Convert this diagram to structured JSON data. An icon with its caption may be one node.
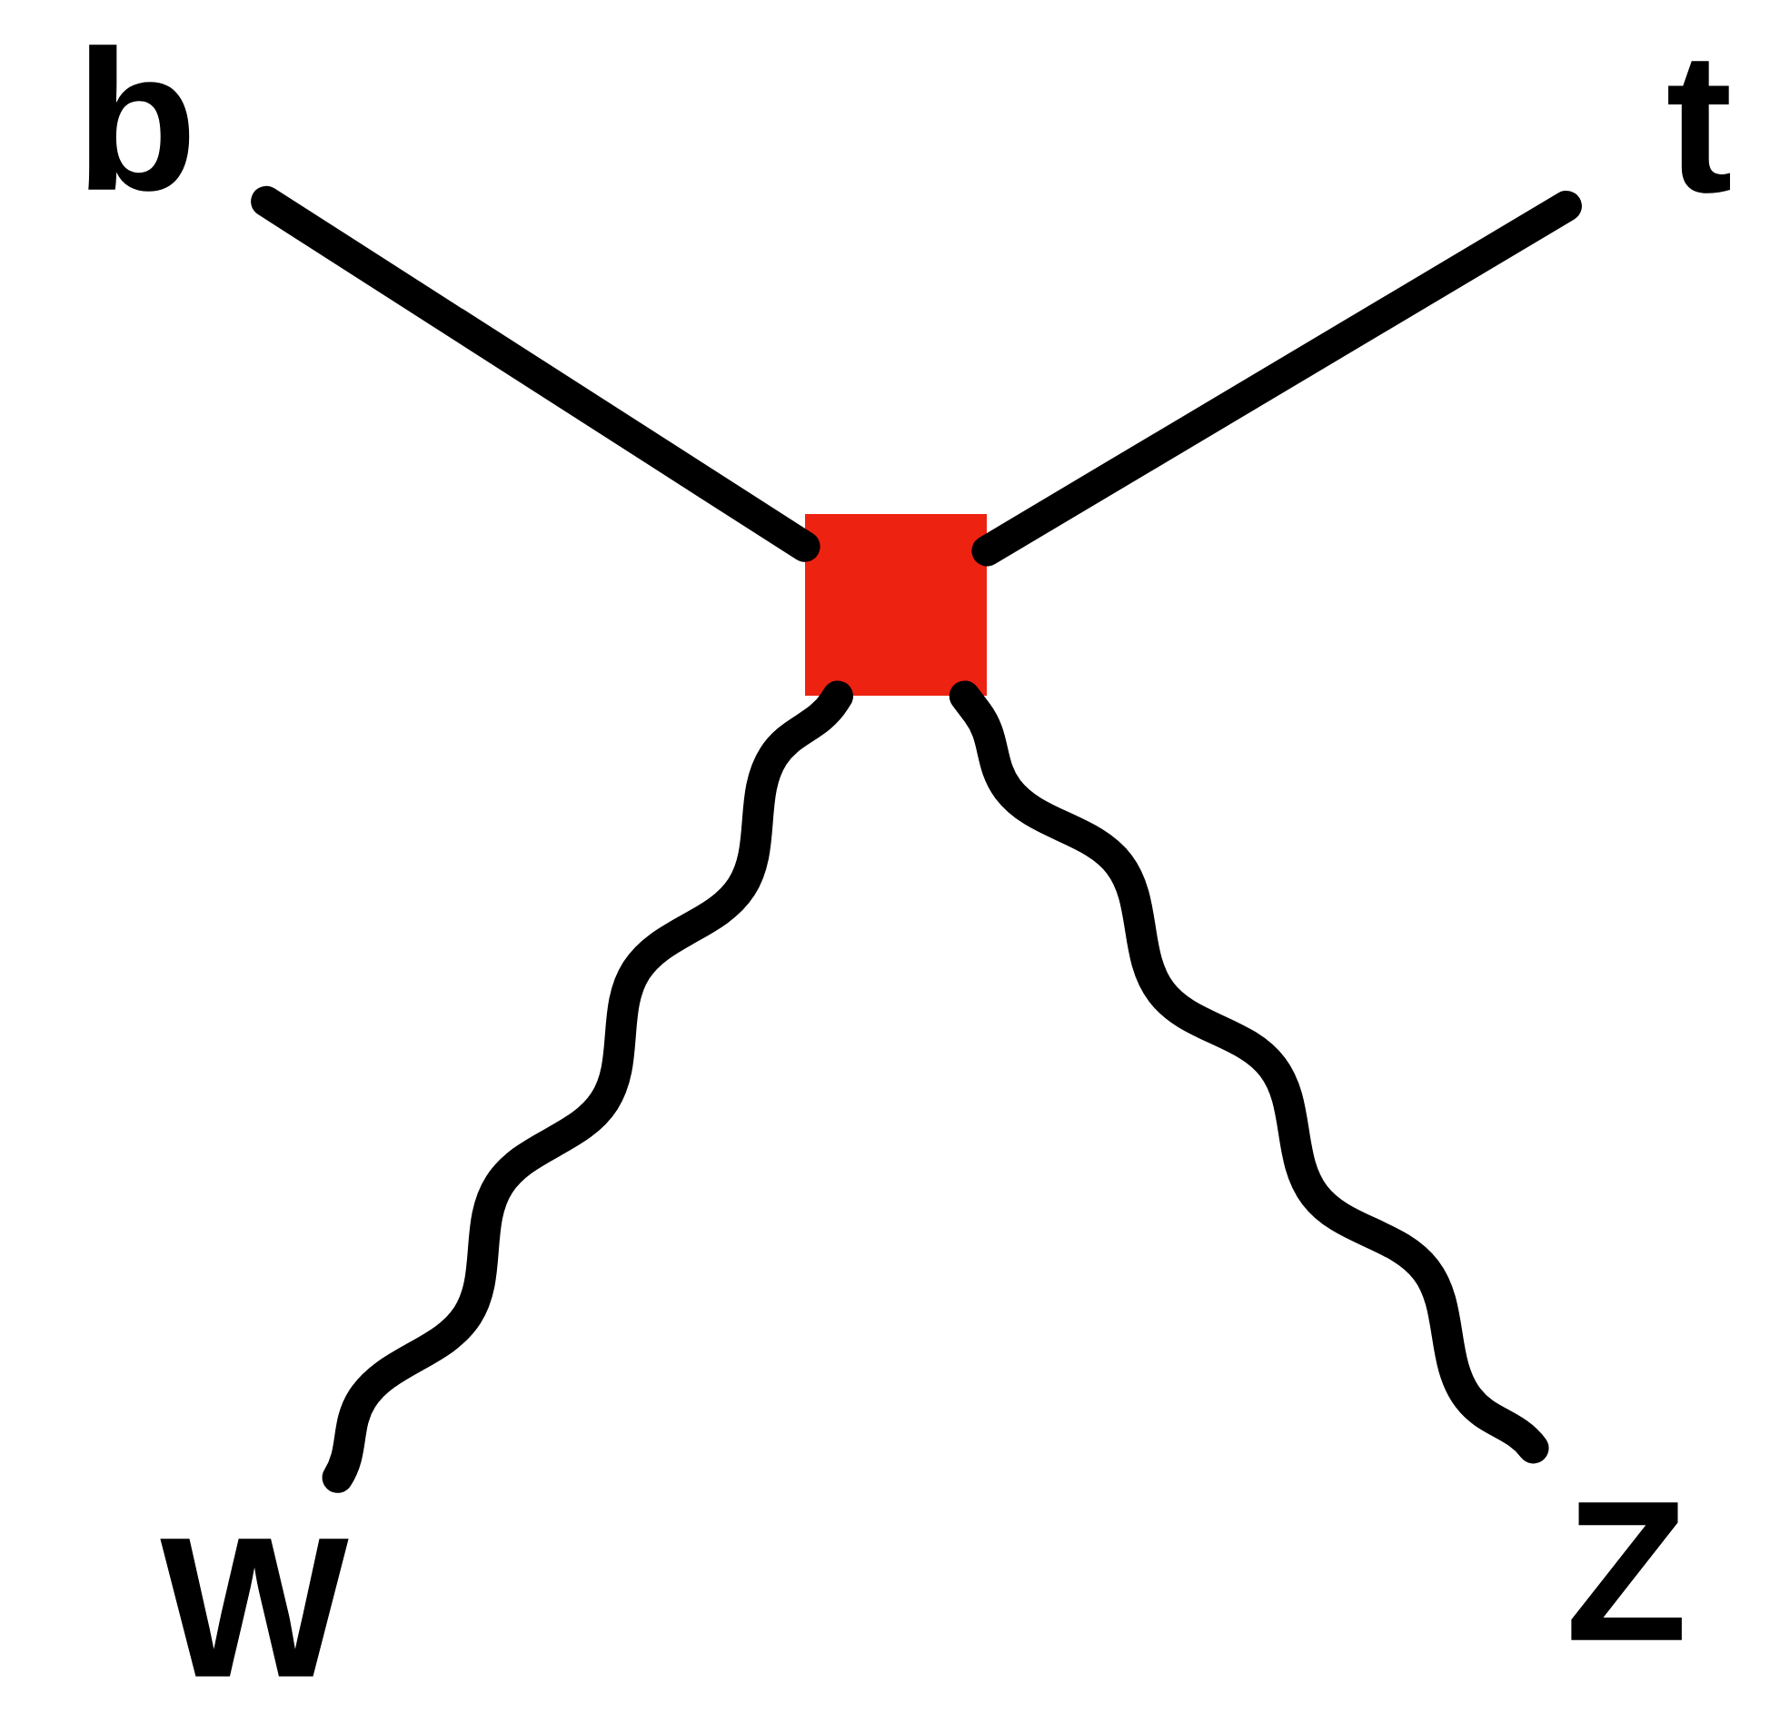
{
  "diagram": {
    "nodes": [
      {
        "text": [
          "b"
        ]
      },
      {
        "text": [
          "t"
        ]
      },
      {
        "text": [],
        "shape": "box"
      },
      {
        "text": [
          "W"
        ]
      },
      {
        "text": [
          "Z"
        ]
      }
    ],
    "edges": [
      {
        "from": 0,
        "to": 2,
        "arrow": "none"
      },
      {
        "from": 1,
        "to": 2,
        "arrow": "none"
      },
      {
        "from": 3,
        "to": 2,
        "arrow": "none"
      },
      {
        "from": 4,
        "to": 2,
        "arrow": "none"
      }
    ]
  }
}
